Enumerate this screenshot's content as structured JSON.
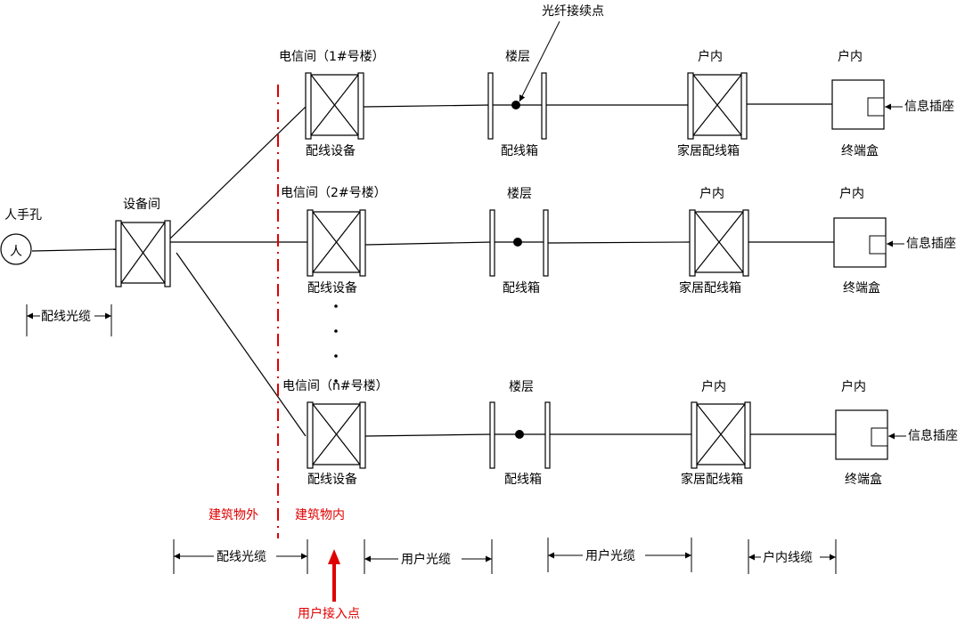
{
  "labels": {
    "manhole": "人手孔",
    "equipment_room": "设备间",
    "telecom_room_1": "电信间（1#号楼）",
    "telecom_room_2": "电信间（2#号楼）",
    "telecom_room_n": "电信间（n#号楼）",
    "floor": "楼层",
    "indoor": "户内",
    "distribution_equipment": "配线设备",
    "distribution_box": "配线箱",
    "home_distribution_box": "家居配线箱",
    "terminal_box": "终端盒",
    "info_socket": "信息插座",
    "fiber_splice_point": "光纤接续点",
    "outside_building": "建筑物外",
    "inside_building": "建筑物内",
    "distribution_cable": "配线光缆",
    "user_cable": "用户光缆",
    "indoor_cable": "户内线缆",
    "user_access_point": "用户接入点"
  },
  "colors": {
    "line": "#000000",
    "accent_red": "#e00000"
  },
  "icons": {
    "manhole": "manhole-symbol",
    "cross_box": "x-cross-symbol",
    "splice": "filled-dot",
    "terminal": "square-box"
  }
}
